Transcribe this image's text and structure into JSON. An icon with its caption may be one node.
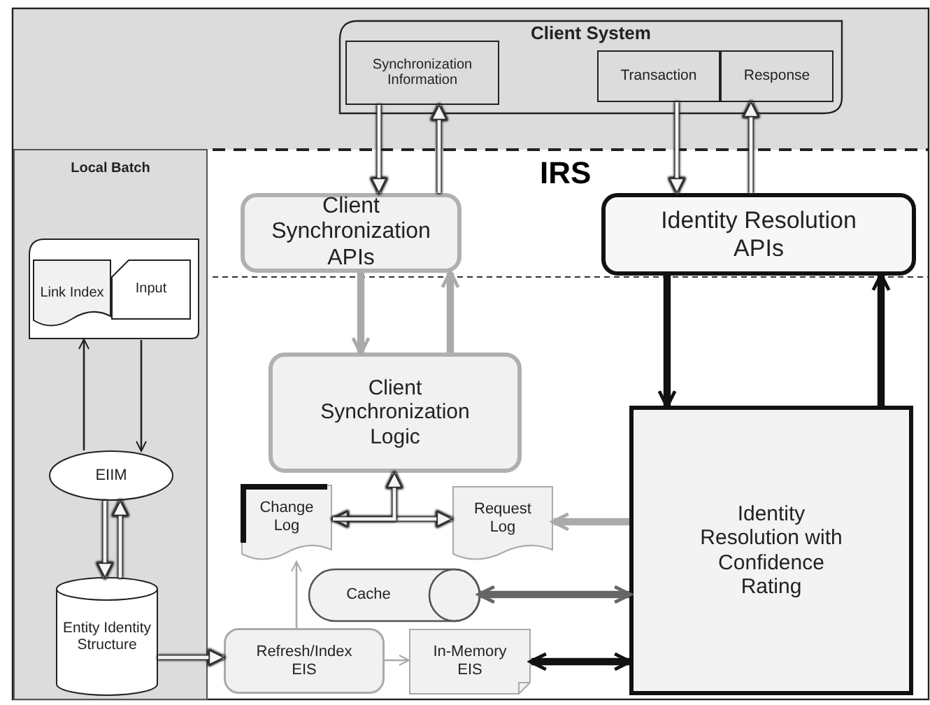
{
  "diagram": {
    "nodes": [
      {
        "text": [
          "Client System"
        ]
      },
      {
        "text": [
          "Synchronization Information"
        ],
        "in": 0
      },
      {
        "text": [
          "Transaction"
        ],
        "in": 0
      },
      {
        "text": [
          "Response"
        ],
        "in": 0
      },
      {
        "text": [
          "Local Batch"
        ]
      },
      {
        "text": [],
        "shape": "box",
        "in": 4
      },
      {
        "text": [
          "Link Index"
        ],
        "in": 5
      },
      {
        "text": [
          "Input"
        ],
        "in": 5
      },
      {
        "text": [
          "EIIM"
        ],
        "in": 4
      },
      {
        "text": [
          "Entity Identity Structure"
        ],
        "in": 4
      },
      {
        "text": [
          "Client Synchronization APIs"
        ]
      },
      {
        "text": [
          "Identity Resolution APIs"
        ]
      },
      {
        "text": [
          "Client Synchronization Logic"
        ]
      },
      {
        "text": [
          "Change Log"
        ]
      },
      {
        "text": [
          "Request Log"
        ]
      },
      {
        "text": [
          "Cache"
        ]
      },
      {
        "text": [
          "Refresh/Index EIS"
        ]
      },
      {
        "text": [
          "In-Memory EIS"
        ]
      },
      {
        "text": [
          "Identity Resolution with Confidence Rating"
        ]
      }
    ],
    "edges": [
      {
        "from": 1,
        "to": 10,
        "arrow": "to"
      },
      {
        "from": 10,
        "to": 1,
        "arrow": "to"
      },
      {
        "from": 2,
        "to": 11,
        "arrow": "to"
      },
      {
        "from": 11,
        "to": 3,
        "arrow": "to"
      },
      {
        "from": 8,
        "to": 5,
        "arrow": "to",
        "color": "#222222"
      },
      {
        "from": 5,
        "to": 8,
        "arrow": "to",
        "color": "#222222"
      },
      {
        "from": 8,
        "to": 9,
        "arrow": "to"
      },
      {
        "from": 9,
        "to": 8,
        "arrow": "to"
      },
      {
        "from": 10,
        "to": 12,
        "arrow": "to",
        "style": "thick",
        "color": "#aaaaaa"
      },
      {
        "from": 12,
        "to": 10,
        "arrow": "to",
        "style": "thick",
        "color": "#aaaaaa"
      },
      {
        "from": 11,
        "to": 18,
        "arrow": "to",
        "style": "thick",
        "color": "#111111"
      },
      {
        "from": 18,
        "to": 11,
        "arrow": "to",
        "style": "thick",
        "color": "#111111"
      },
      {
        "from": 13,
        "to": 14,
        "arrow": "both"
      },
      {
        "from": 13,
        "to": 12,
        "arrow": "to"
      },
      {
        "from": 18,
        "to": 14,
        "arrow": "to",
        "style": "thick",
        "color": "#aaaaaa"
      },
      {
        "from": 15,
        "to": 18,
        "arrow": "both",
        "style": "thick",
        "color": "#666666"
      },
      {
        "from": 17,
        "to": 18,
        "arrow": "both",
        "style": "thick",
        "color": "#111111"
      },
      {
        "from": 9,
        "to": 16,
        "arrow": "to"
      },
      {
        "from": 16,
        "to": 17,
        "arrow": "to",
        "color": "#aaaaaa"
      },
      {
        "from": 16,
        "to": 13,
        "arrow": "to",
        "color": "#aaaaaa"
      }
    ],
    "labels": [
      "IRS"
    ]
  }
}
